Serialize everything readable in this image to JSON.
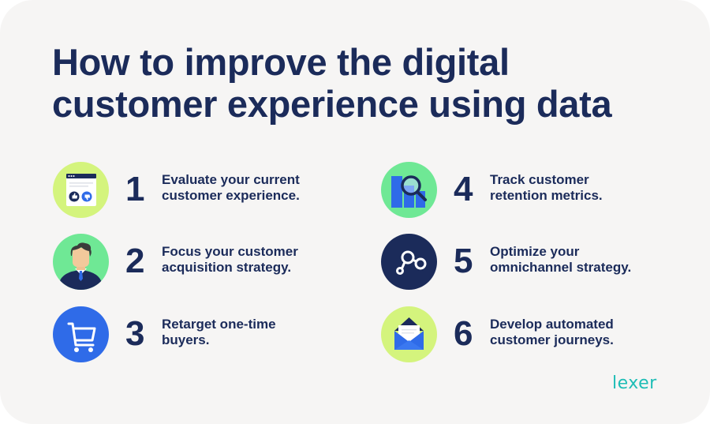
{
  "title": {
    "line1": "How to improve the digital",
    "line2": "customer experience using data"
  },
  "items": [
    {
      "number": "1",
      "line1": "Evaluate your current",
      "line2": "customer experience.",
      "icon": "browser-feedback-icon",
      "circle_color": "#d4f47d"
    },
    {
      "number": "2",
      "line1": "Focus your customer",
      "line2": "acquisition strategy.",
      "icon": "customer-avatar-icon",
      "circle_color": "#6fe895"
    },
    {
      "number": "3",
      "line1": "Retarget one-time",
      "line2": "buyers.",
      "icon": "shopping-cart-icon",
      "circle_color": "#2f6be8"
    },
    {
      "number": "4",
      "line1": "Track customer",
      "line2": "retention metrics.",
      "icon": "chart-magnifier-icon",
      "circle_color": "#6fe895"
    },
    {
      "number": "5",
      "line1": "Optimize your",
      "line2": "omnichannel strategy.",
      "icon": "network-nodes-icon",
      "circle_color": "#1b2b5a"
    },
    {
      "number": "6",
      "line1": "Develop automated",
      "line2": "customer journeys.",
      "icon": "envelope-icon",
      "circle_color": "#d4f47d"
    }
  ],
  "brand": {
    "logo_text": "lexer",
    "logo_color": "#1fbdb6"
  },
  "colors": {
    "navy": "#1b2b5a",
    "lime": "#d4f47d",
    "green": "#6fe895",
    "blue": "#2f6be8",
    "background": "#f6f5f4"
  }
}
